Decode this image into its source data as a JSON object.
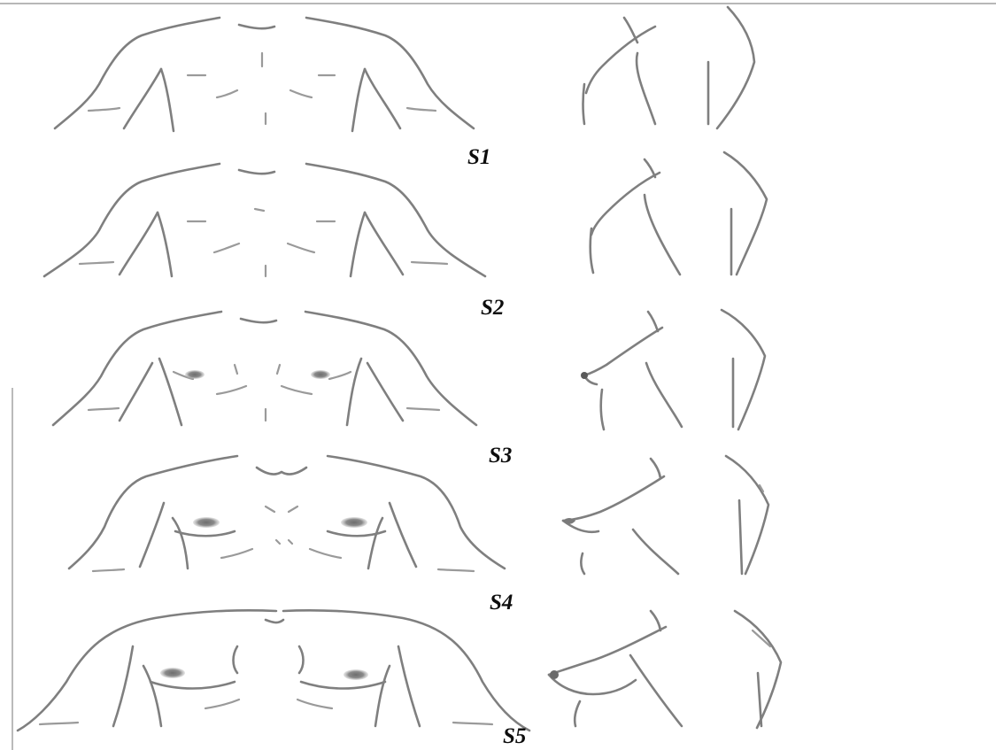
{
  "colors": {
    "line": "#7f7f7f",
    "areola": "#808080",
    "label": "#0d0d0d"
  },
  "stages": [
    {
      "label": "S1"
    },
    {
      "label": "S2"
    },
    {
      "label": "S3"
    },
    {
      "label": "S4"
    },
    {
      "label": "S5"
    }
  ]
}
